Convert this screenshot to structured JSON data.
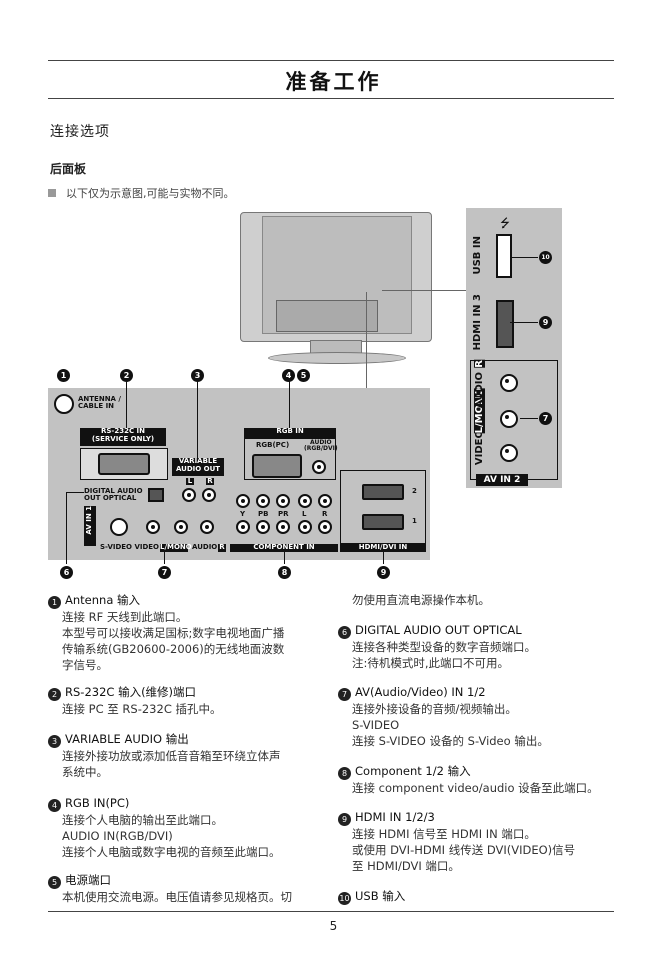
{
  "page": {
    "title": "准备工作",
    "section": "连接选项",
    "subsection": "后面板",
    "note": "以下仅为示意图,可能与实物不同。",
    "page_number": "5"
  },
  "diagram": {
    "antenna": "ANTENNA /\nCABLE IN",
    "rs232c": "RS-232C IN\n(SERVICE ONLY)",
    "variable_audio": "VARIABLE\nAUDIO OUT",
    "l": "L",
    "r": "R",
    "rgb_in": "RGB IN",
    "rgb_pc": "RGB(PC)",
    "audio_rgb_dvi": "AUDIO\n(RGB/DVI)",
    "digital_audio": "DIGITAL AUDIO\nOUT OPTICAL",
    "av_in_1": "AV IN 1",
    "svideo_row": "S-VIDEO VIDEO",
    "lmono": "L/MONO",
    "audio": "AUDIO",
    "component_in": "COMPONENT IN",
    "hdmi_dvi_in": "HDMI/DVI IN",
    "hdmi_2": "2",
    "hdmi_1": "1",
    "comp_labels": [
      "Y",
      "PB",
      "PR",
      "L",
      "R"
    ],
    "usb_in": "USB IN",
    "hdmi_in_3": "HDMI IN 3",
    "video_side": "VIDEO",
    "lmono_side": "L/MONO",
    "audio_side": "AUDIO",
    "r_side": "R",
    "av_in_2": "AV IN 2",
    "callouts": [
      "1",
      "2",
      "3",
      "4",
      "5",
      "6",
      "7",
      "8",
      "9",
      "10"
    ]
  },
  "items_left": [
    {
      "n": "1",
      "head": "Antenna 输入",
      "lines": [
        "连接 RF 天线到此端口。",
        "本型号可以接收满足国标;数字电视地面广播",
        "传输系统(GB20600-2006)的无线地面波数",
        "字信号。"
      ]
    },
    {
      "n": "2",
      "head": "RS-232C 输入(维修)端口",
      "lines": [
        "连接 PC 至 RS-232C 插孔中。"
      ]
    },
    {
      "n": "3",
      "head": "VARIABLE AUDIO 输出",
      "lines": [
        "连接外接功放或添加低音音箱至环绕立体声",
        "系统中。"
      ]
    },
    {
      "n": "4",
      "head": "RGB IN(PC)",
      "lines": [
        "连接个人电脑的输出至此端口。",
        "AUDIO IN(RGB/DVI)",
        "连接个人电脑或数字电视的音频至此端口。"
      ]
    },
    {
      "n": "5",
      "head": "电源端口",
      "lines": [
        "本机使用交流电源。电压值请参见规格页。切"
      ]
    }
  ],
  "items_right": [
    {
      "n": "",
      "head": "",
      "lines": [
        "勿使用直流电源操作本机。"
      ]
    },
    {
      "n": "6",
      "head": "DIGITAL AUDIO OUT OPTICAL",
      "lines": [
        "连接各种类型设备的数字音频端口。",
        "注:待机模式时,此端口不可用。"
      ]
    },
    {
      "n": "7",
      "head": "AV(Audio/Video) IN 1/2",
      "lines": [
        "连接外接设备的音频/视频输出。",
        "S-VIDEO",
        "连接 S-VIDEO 设备的 S-Video 输出。"
      ]
    },
    {
      "n": "8",
      "head": "Component 1/2 输入",
      "lines": [
        "连接 component video/audio 设备至此端口。"
      ]
    },
    {
      "n": "9",
      "head": "HDMI IN 1/2/3",
      "lines": [
        "连接 HDMI 信号至 HDMI IN 端口。",
        "或使用 DVI-HDMI 线传送 DVI(VIDEO)信号",
        "至 HDMI/DVI 端口。"
      ]
    },
    {
      "n": "10",
      "head": "USB 输入",
      "lines": []
    }
  ]
}
